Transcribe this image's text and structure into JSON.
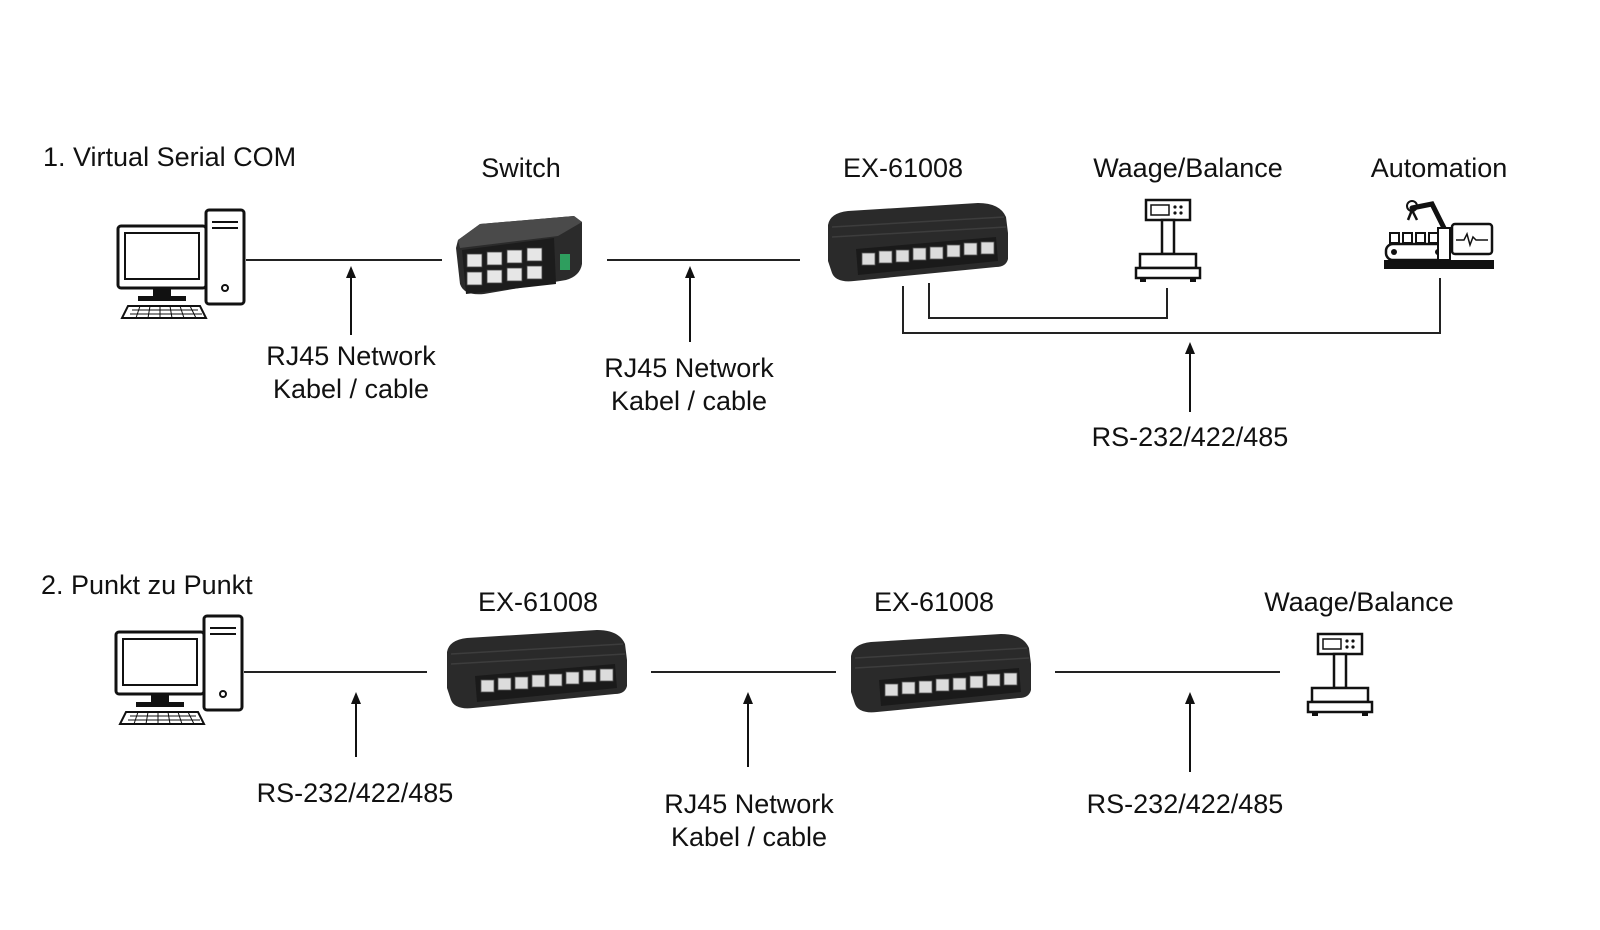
{
  "section1": {
    "heading": "1. Virtual Serial COM",
    "switch_label": "Switch",
    "ex_label": "EX-61008",
    "balance_label": "Waage/Balance",
    "automation_label": "Automation",
    "cable_a": {
      "line1": "RJ45 Network",
      "line2": "Kabel / cable"
    },
    "cable_b": {
      "line1": "RJ45 Network",
      "line2": "Kabel / cable"
    },
    "serial_label": "RS-232/422/485"
  },
  "section2": {
    "heading": "2. Punkt zu Punkt",
    "ex_left_label": "EX-61008",
    "ex_right_label": "EX-61008",
    "balance_label": "Waage/Balance",
    "serial_left": "RS-232/422/485",
    "cable": {
      "line1": "RJ45 Network",
      "line2": "Kabel / cable"
    },
    "serial_right": "RS-232/422/485"
  },
  "icons": [
    "computer-icon",
    "switch-icon",
    "ex-61008-device-icon",
    "scale-icon",
    "automation-robot-icon"
  ],
  "colors": {
    "device_body": "#2a2a2a",
    "port": "#dcdcdc",
    "line": "#222222"
  }
}
